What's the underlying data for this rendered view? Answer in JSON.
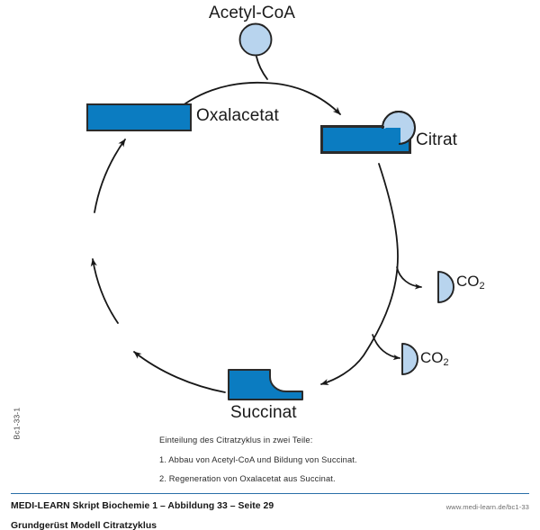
{
  "diagram": {
    "title": "Grundgerüst Modell Citratzyklus",
    "nodes": {
      "acetyl_coa": {
        "label": "Acetyl-CoA",
        "shape": "circle",
        "fill": "#b8d4ee"
      },
      "oxalacetat": {
        "label": "Oxalacetat",
        "shape": "rectangle",
        "fill": "#0b7cc1"
      },
      "citrat": {
        "label": "Citrat",
        "shape": "rectangle-with-circle",
        "fill": "#0b7cc1",
        "circle_fill": "#b8d4ee"
      },
      "succinat": {
        "label": "Succinat",
        "shape": "rectangle-notched",
        "fill": "#0b7cc1"
      },
      "co2_first": {
        "label": "CO",
        "subscript": "2",
        "shape": "half-circle",
        "fill": "#b8d4ee"
      },
      "co2_second": {
        "label": "CO",
        "subscript": "2",
        "shape": "half-circle",
        "fill": "#b8d4ee"
      }
    },
    "colors": {
      "dark_blue": "#0b7cc1",
      "light_blue": "#b8d4ee",
      "outline": "#2b2b2b",
      "arrow": "#171717",
      "footer_rule": "#2a6fa8"
    }
  },
  "caption": {
    "lines": [
      "Einteilung des Citratzyklus in zwei Teile:",
      "1. Abbau von Acetyl-CoA und Bildung von Succinat.",
      "2. Regeneration von Oxalacetat aus Succinat."
    ]
  },
  "side_code": "Bc1-33-1",
  "footer": {
    "title": "MEDI-LEARN Skript Biochemie 1 – Abbildung 33 – Seite 29",
    "subtitle": "Grundgerüst Modell Citratzyklus",
    "url": "www.medi-learn.de/bc1-33"
  }
}
